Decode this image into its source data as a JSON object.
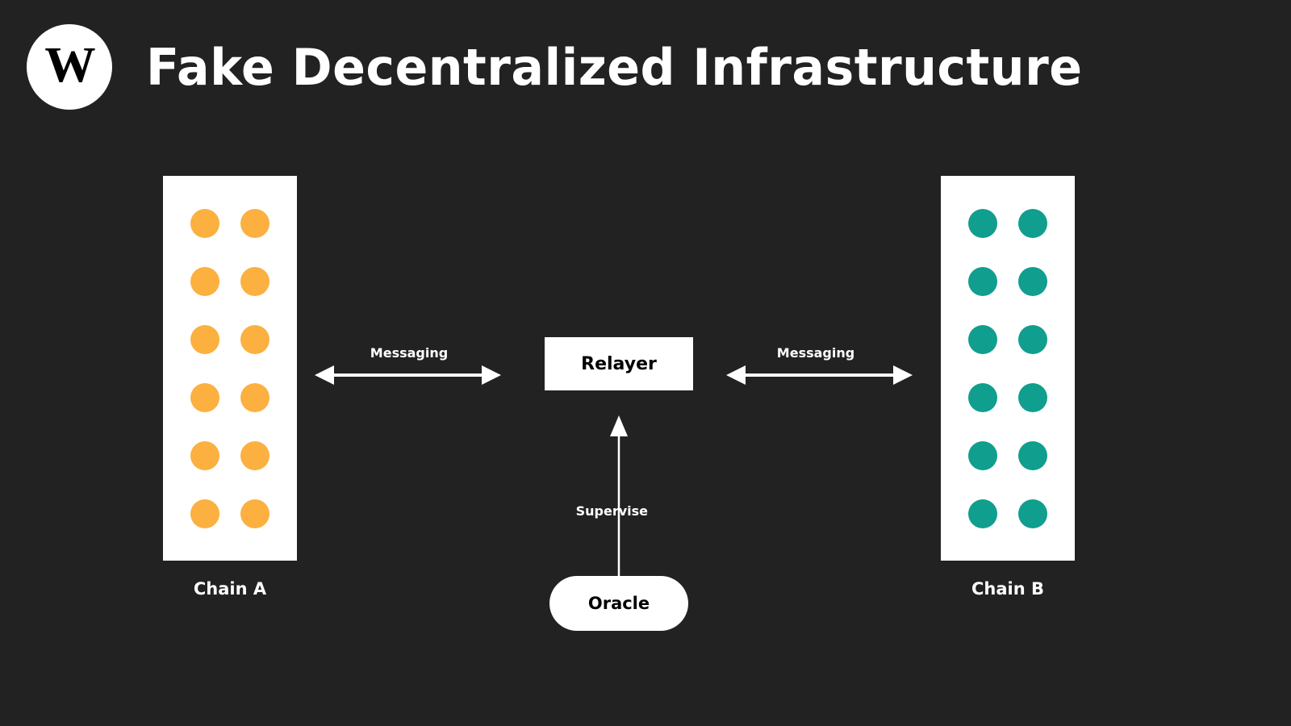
{
  "header": {
    "logo_glyph": "W",
    "logo_name": "w-monogram-logo",
    "title": "Fake Decentralized Infrastructure"
  },
  "colors": {
    "background": "#222222",
    "surface": "#ffffff",
    "chain_a_node": "#fbb040",
    "chain_b_node": "#109e8e",
    "text_on_dark": "#ffffff",
    "text_on_light": "#000000",
    "connector": "#ffffff"
  },
  "diagram": {
    "type": "architecture-diagram",
    "nodes": [
      {
        "id": "chain-a",
        "label": "Chain A",
        "shape": "rectangle",
        "fill": "#ffffff",
        "node_color": "#fbb040",
        "node_rows": 6,
        "node_cols": 2,
        "node_count": 12
      },
      {
        "id": "relayer",
        "label": "Relayer",
        "shape": "rectangle",
        "fill": "#ffffff"
      },
      {
        "id": "oracle",
        "label": "Oracle",
        "shape": "stadium",
        "fill": "#ffffff"
      },
      {
        "id": "chain-b",
        "label": "Chain B",
        "shape": "rectangle",
        "fill": "#ffffff",
        "node_color": "#109e8e",
        "node_rows": 6,
        "node_cols": 2,
        "node_count": 12
      }
    ],
    "edges": [
      {
        "id": "edge-chain-a-relayer",
        "label": "Messaging",
        "from": "chain-a",
        "to": "relayer",
        "direction": "bidirectional"
      },
      {
        "id": "edge-relayer-chain-b",
        "label": "Messaging",
        "from": "relayer",
        "to": "chain-b",
        "direction": "bidirectional"
      },
      {
        "id": "edge-oracle-relayer",
        "label": "Supervise",
        "from": "oracle",
        "to": "relayer",
        "direction": "up"
      }
    ]
  }
}
